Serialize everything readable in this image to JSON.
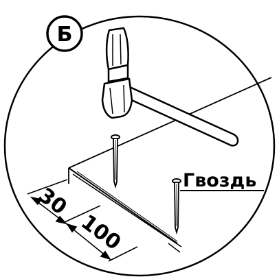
{
  "badge": {
    "letter": "Б"
  },
  "labels": {
    "nail": "Гвоздь",
    "dim_short": "30",
    "dim_long": "100"
  },
  "colors": {
    "ink": "#000000",
    "paper": "#ffffff"
  },
  "icons": [
    "hammer-icon",
    "nail-icon"
  ]
}
